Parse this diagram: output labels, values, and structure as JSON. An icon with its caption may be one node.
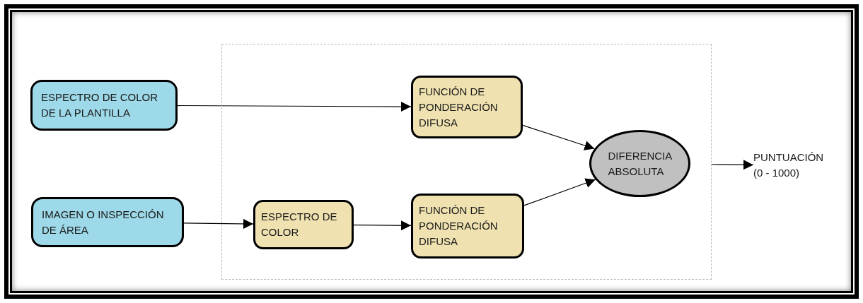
{
  "diagram": {
    "nodes": [
      {
        "text": [],
        "shape": "box"
      },
      {
        "text": [
          "ESPECTRO DE COLOR DE LA PLANTILLA"
        ]
      },
      {
        "text": [
          "IMAGEN O INSPECCIÓN DE ÁREA"
        ]
      },
      {
        "text": [
          "ESPECTRO DE COLOR"
        ],
        "in": 0
      },
      {
        "text": [
          "FUNCIÓN DE PONDERACIÓN DIFUSA"
        ],
        "in": 0
      },
      {
        "text": [
          "FUNCIÓN DE PONDERACIÓN DIFUSA"
        ],
        "in": 0
      },
      {
        "text": [
          "DIFERENCIA ABSOLUTA"
        ],
        "in": 0
      },
      {
        "text": [
          "PUNTUACIÓN (0 - 1000)"
        ]
      }
    ],
    "edges": [
      {
        "from": 1,
        "to": 4,
        "arrow": "to"
      },
      {
        "from": 2,
        "to": 3,
        "arrow": "to"
      },
      {
        "from": 3,
        "to": 5,
        "arrow": "to"
      },
      {
        "from": 4,
        "to": 6,
        "arrow": "to"
      },
      {
        "from": 5,
        "to": 6,
        "arrow": "to"
      },
      {
        "from": 0,
        "to": 7,
        "arrow": "to"
      }
    ]
  }
}
